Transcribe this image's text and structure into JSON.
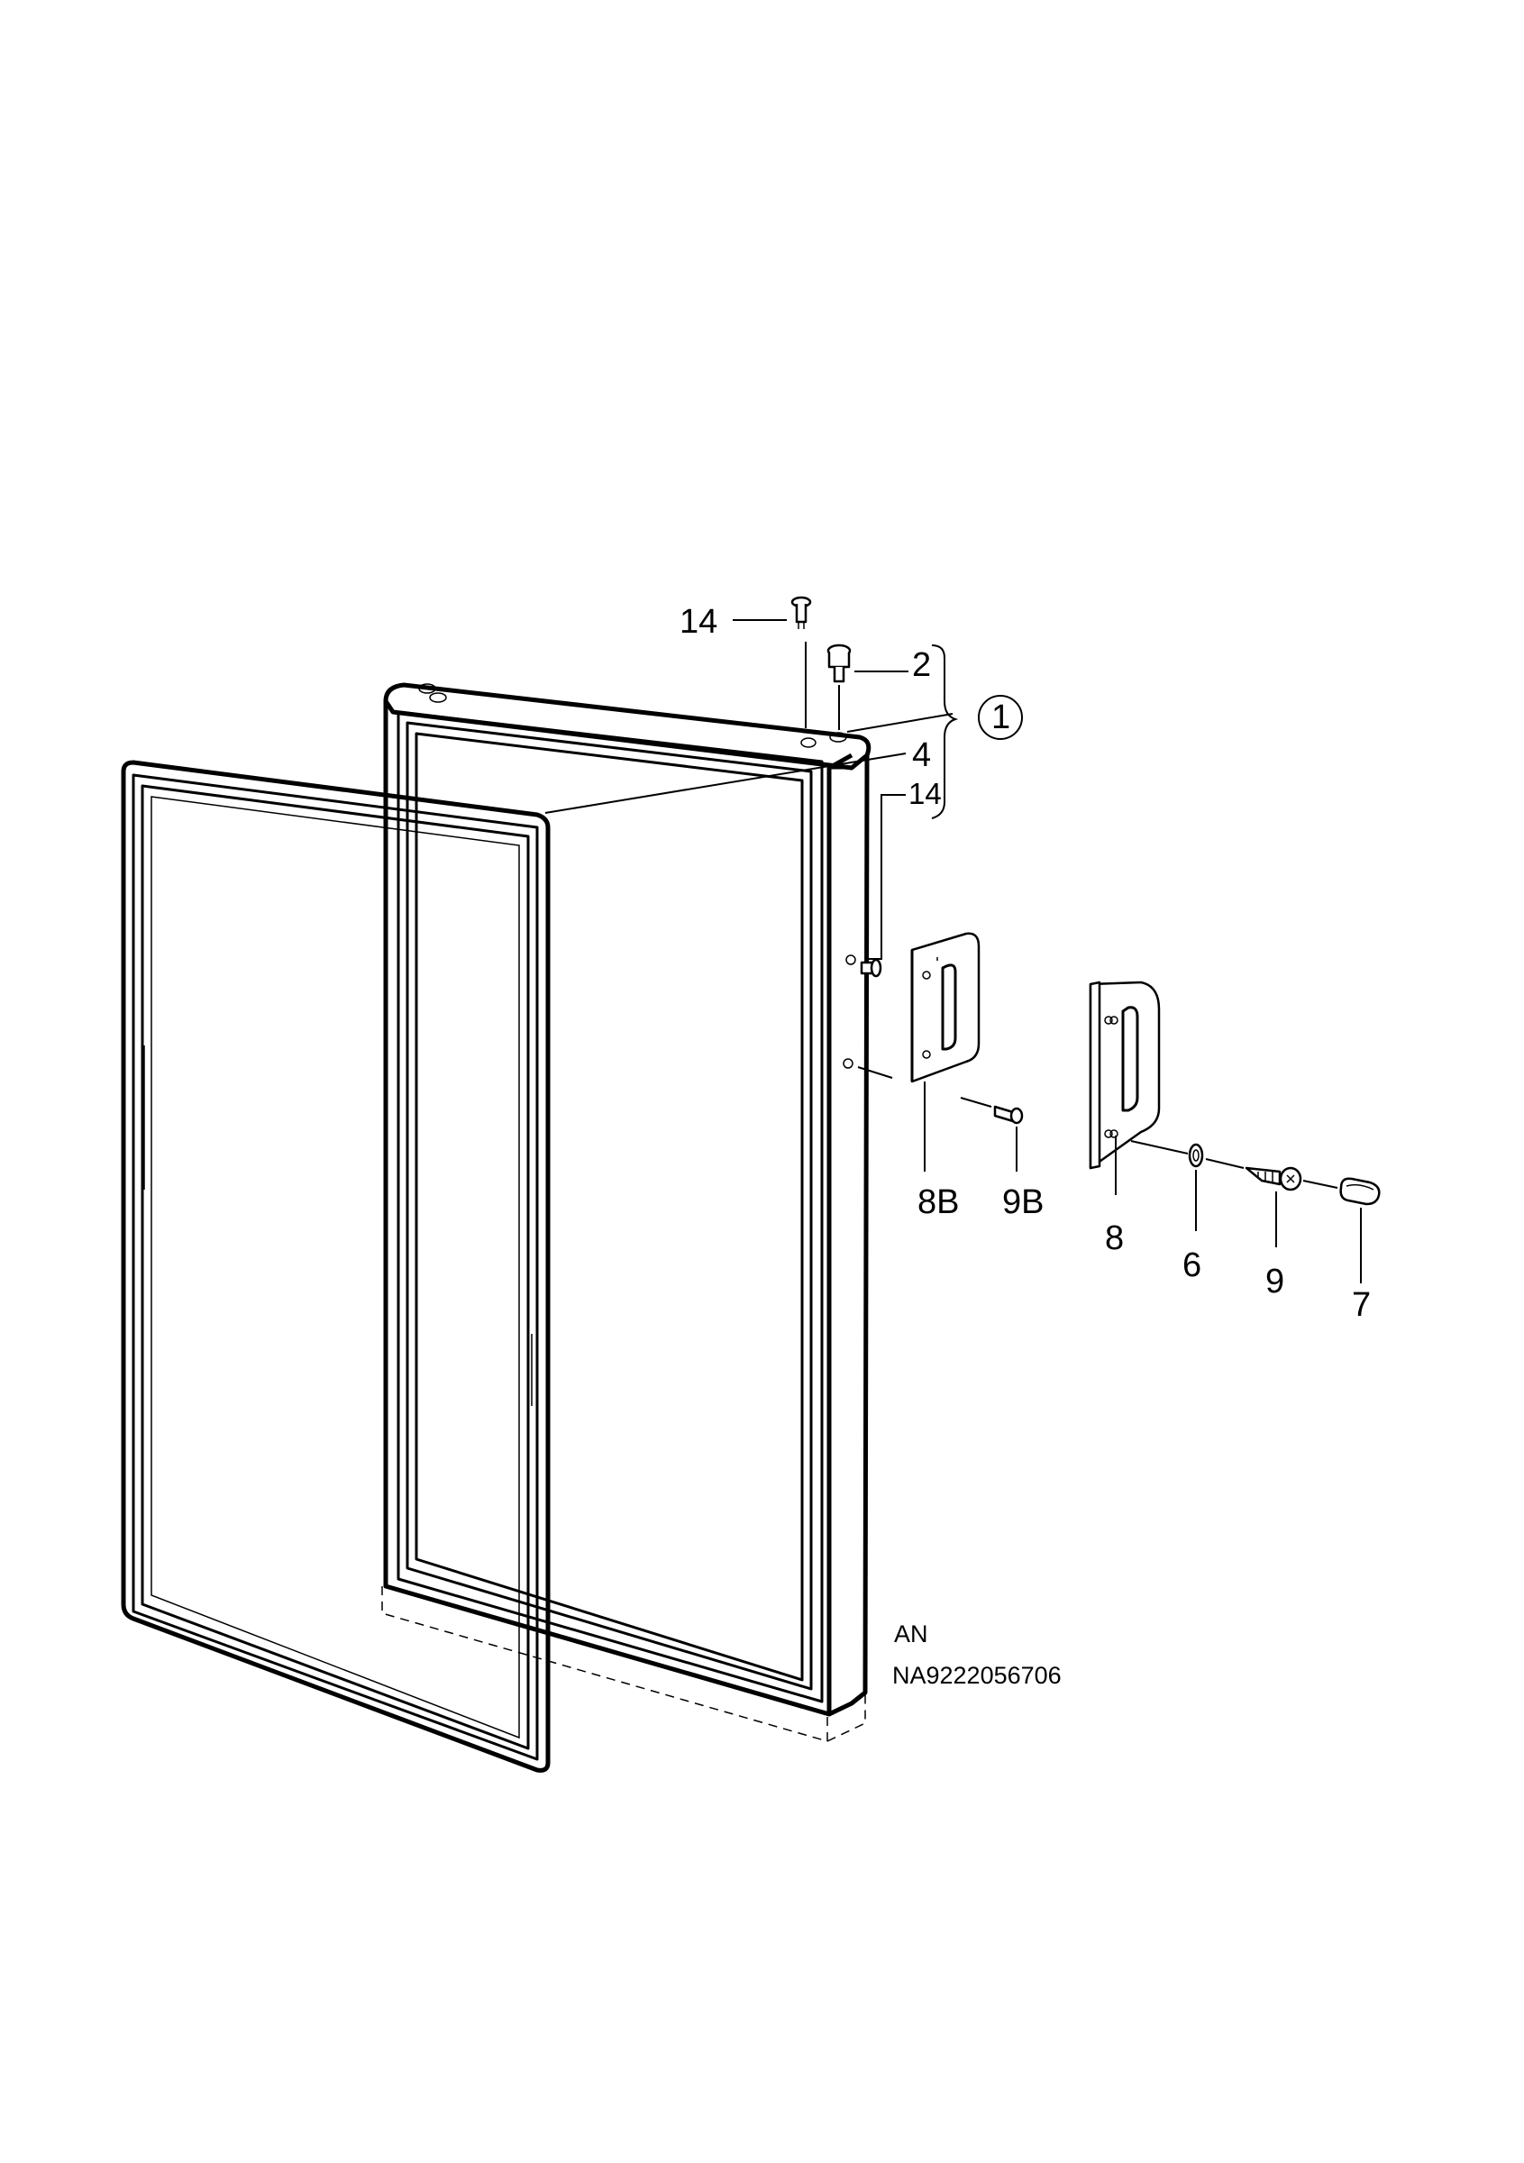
{
  "labels": {
    "pin_top": "14",
    "pin_side": "14",
    "hinge_pin": "2",
    "assembly": "1",
    "gasket": "4",
    "handle_b": "8B",
    "screw_b": "9B",
    "handle": "8",
    "washer": "6",
    "screw": "9",
    "cap": "7"
  },
  "codes": {
    "variant": "AN",
    "drawing_number": "NA9222056706"
  }
}
